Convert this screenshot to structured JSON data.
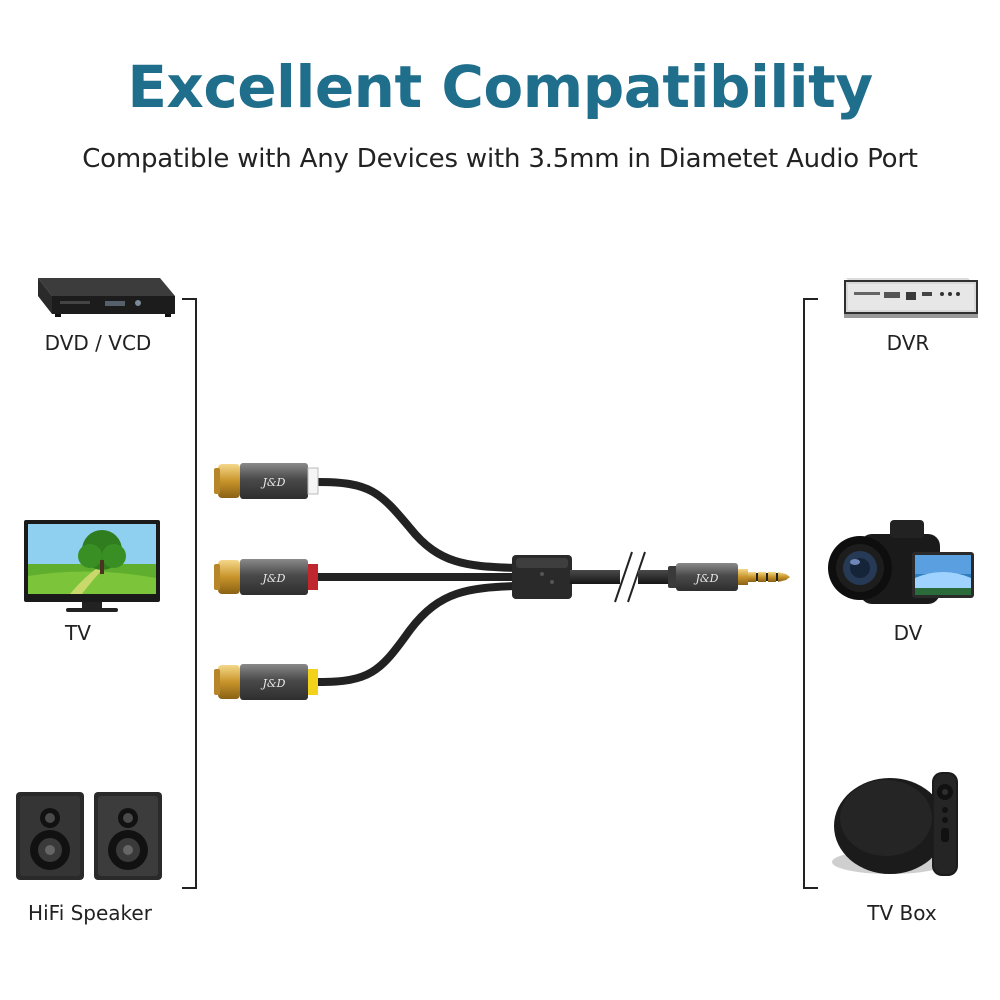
{
  "header": {
    "title": "Excellent Compatibility",
    "subtitle": "Compatible with Any Devices with 3.5mm in Diametet Audio Port"
  },
  "devices_left": [
    {
      "label": "DVD / VCD",
      "icon": "dvd-player-icon"
    },
    {
      "label": "TV",
      "icon": "tv-icon"
    },
    {
      "label": "HiFi Speaker",
      "icon": "speaker-icon"
    }
  ],
  "devices_right": [
    {
      "label": "DVR",
      "icon": "dvr-icon"
    },
    {
      "label": "DV",
      "icon": "camcorder-icon"
    },
    {
      "label": "TV Box",
      "icon": "tv-box-icon"
    }
  ],
  "cable": {
    "brand": "J&D",
    "rca_colors": [
      "#ffffff",
      "#c0262d",
      "#f2d21a"
    ],
    "cable_color": "#2a2a2a",
    "connector_color": "#6a6a6a",
    "gold_color": "#d8a93a"
  },
  "colors": {
    "accent": "#1f6e8c",
    "text": "#222222"
  }
}
